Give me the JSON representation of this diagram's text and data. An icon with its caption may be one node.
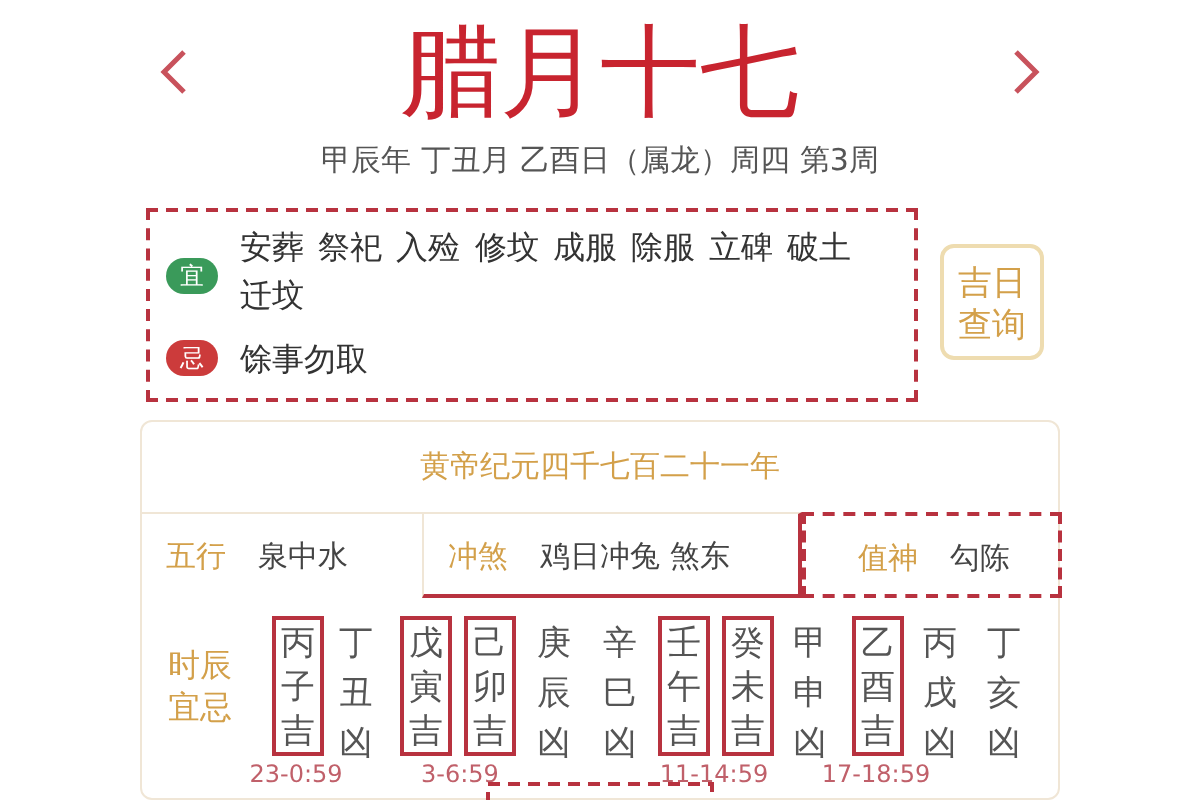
{
  "diagram": {
    "title": "腊月十七",
    "nodes": [
      {
        "text": [
          "安葬 祭祀 入殓 修坟 成服 除服 立碑 破土迁坟",
          "馀事勿取"
        ]
      },
      {
        "text": [
          "宜"
        ],
        "in": 0
      },
      {
        "text": [
          "忌"
        ],
        "in": 0
      },
      {
        "text": [
          "吉日查询"
        ]
      },
      {
        "text": [
          "黄帝纪元四千七百二十一年"
        ]
      },
      {
        "text": [
          "五行",
          "泉中水"
        ],
        "in": 4
      },
      {
        "text": [
          "冲煞",
          "鸡日冲兔 煞东"
        ],
        "in": 4
      },
      {
        "text": [
          "值神",
          "勾陈"
        ],
        "in": 4
      },
      {
        "text": [
          "丙子吉"
        ],
        "in": 4
      },
      {
        "text": [
          "戊寅吉"
        ],
        "in": 4
      },
      {
        "text": [
          "己卯吉"
        ],
        "in": 4
      },
      {
        "text": [
          "壬午吉"
        ],
        "in": 4
      },
      {
        "text": [
          "癸未吉"
        ],
        "in": 4
      },
      {
        "text": [
          "乙酉吉"
        ],
        "in": 4
      }
    ],
    "labels": [
      "甲辰年 丁丑月 乙酉日（属龙）周四 第3周",
      "时辰宜忌",
      "丁丑凶",
      "庚辰凶",
      "辛巳凶",
      "甲申凶",
      "丙戌凶",
      "丁亥凶",
      "23-0:59",
      "3-6:59",
      "11-14:59",
      "17-18:59"
    ]
  }
}
